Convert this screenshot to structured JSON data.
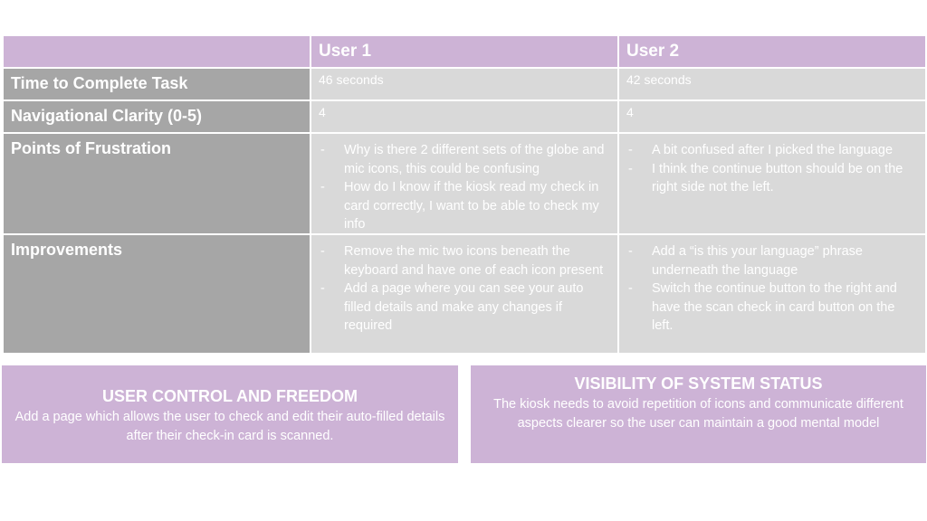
{
  "table": {
    "headers": [
      "",
      "User 1",
      "User 2"
    ],
    "rows": [
      {
        "label": "Time to Complete Task",
        "user1": "46 seconds",
        "user2": "42 seconds"
      },
      {
        "label": "Navigational Clarity (0-5)",
        "user1": "4",
        "user2": "4"
      },
      {
        "label": "Points of Frustration",
        "user1": [
          "Why is there 2 different sets of the globe and mic icons, this could be confusing",
          "How do I know if the kiosk read my check in card correctly, I want to be able to check my info"
        ],
        "user2": [
          "A bit confused after I picked the language",
          "I think the continue button should be on the right side not the left."
        ]
      },
      {
        "label": "Improvements",
        "user1": [
          "Remove the mic two icons beneath the keyboard and have one of each icon present",
          "Add a page where you can see your auto filled details and make any changes if required"
        ],
        "user2": [
          "Add a “is this your language” phrase underneath the language",
          "Switch the continue button to the right and have the scan check in card button on the left."
        ]
      }
    ]
  },
  "summary": {
    "left": {
      "title": "USER CONTROL AND FREEDOM",
      "body": "Add a page which allows the user to check and edit their auto-filled details after their check-in card is scanned."
    },
    "right": {
      "title": "VISIBILITY OF SYSTEM STATUS",
      "body": "The kiosk needs to avoid repetition of icons and communicate different aspects clearer so the user can maintain a good mental model"
    }
  },
  "colors": {
    "header": "#cdb3d6",
    "label": "#a6a6a6",
    "value": "#d9d9d9"
  }
}
